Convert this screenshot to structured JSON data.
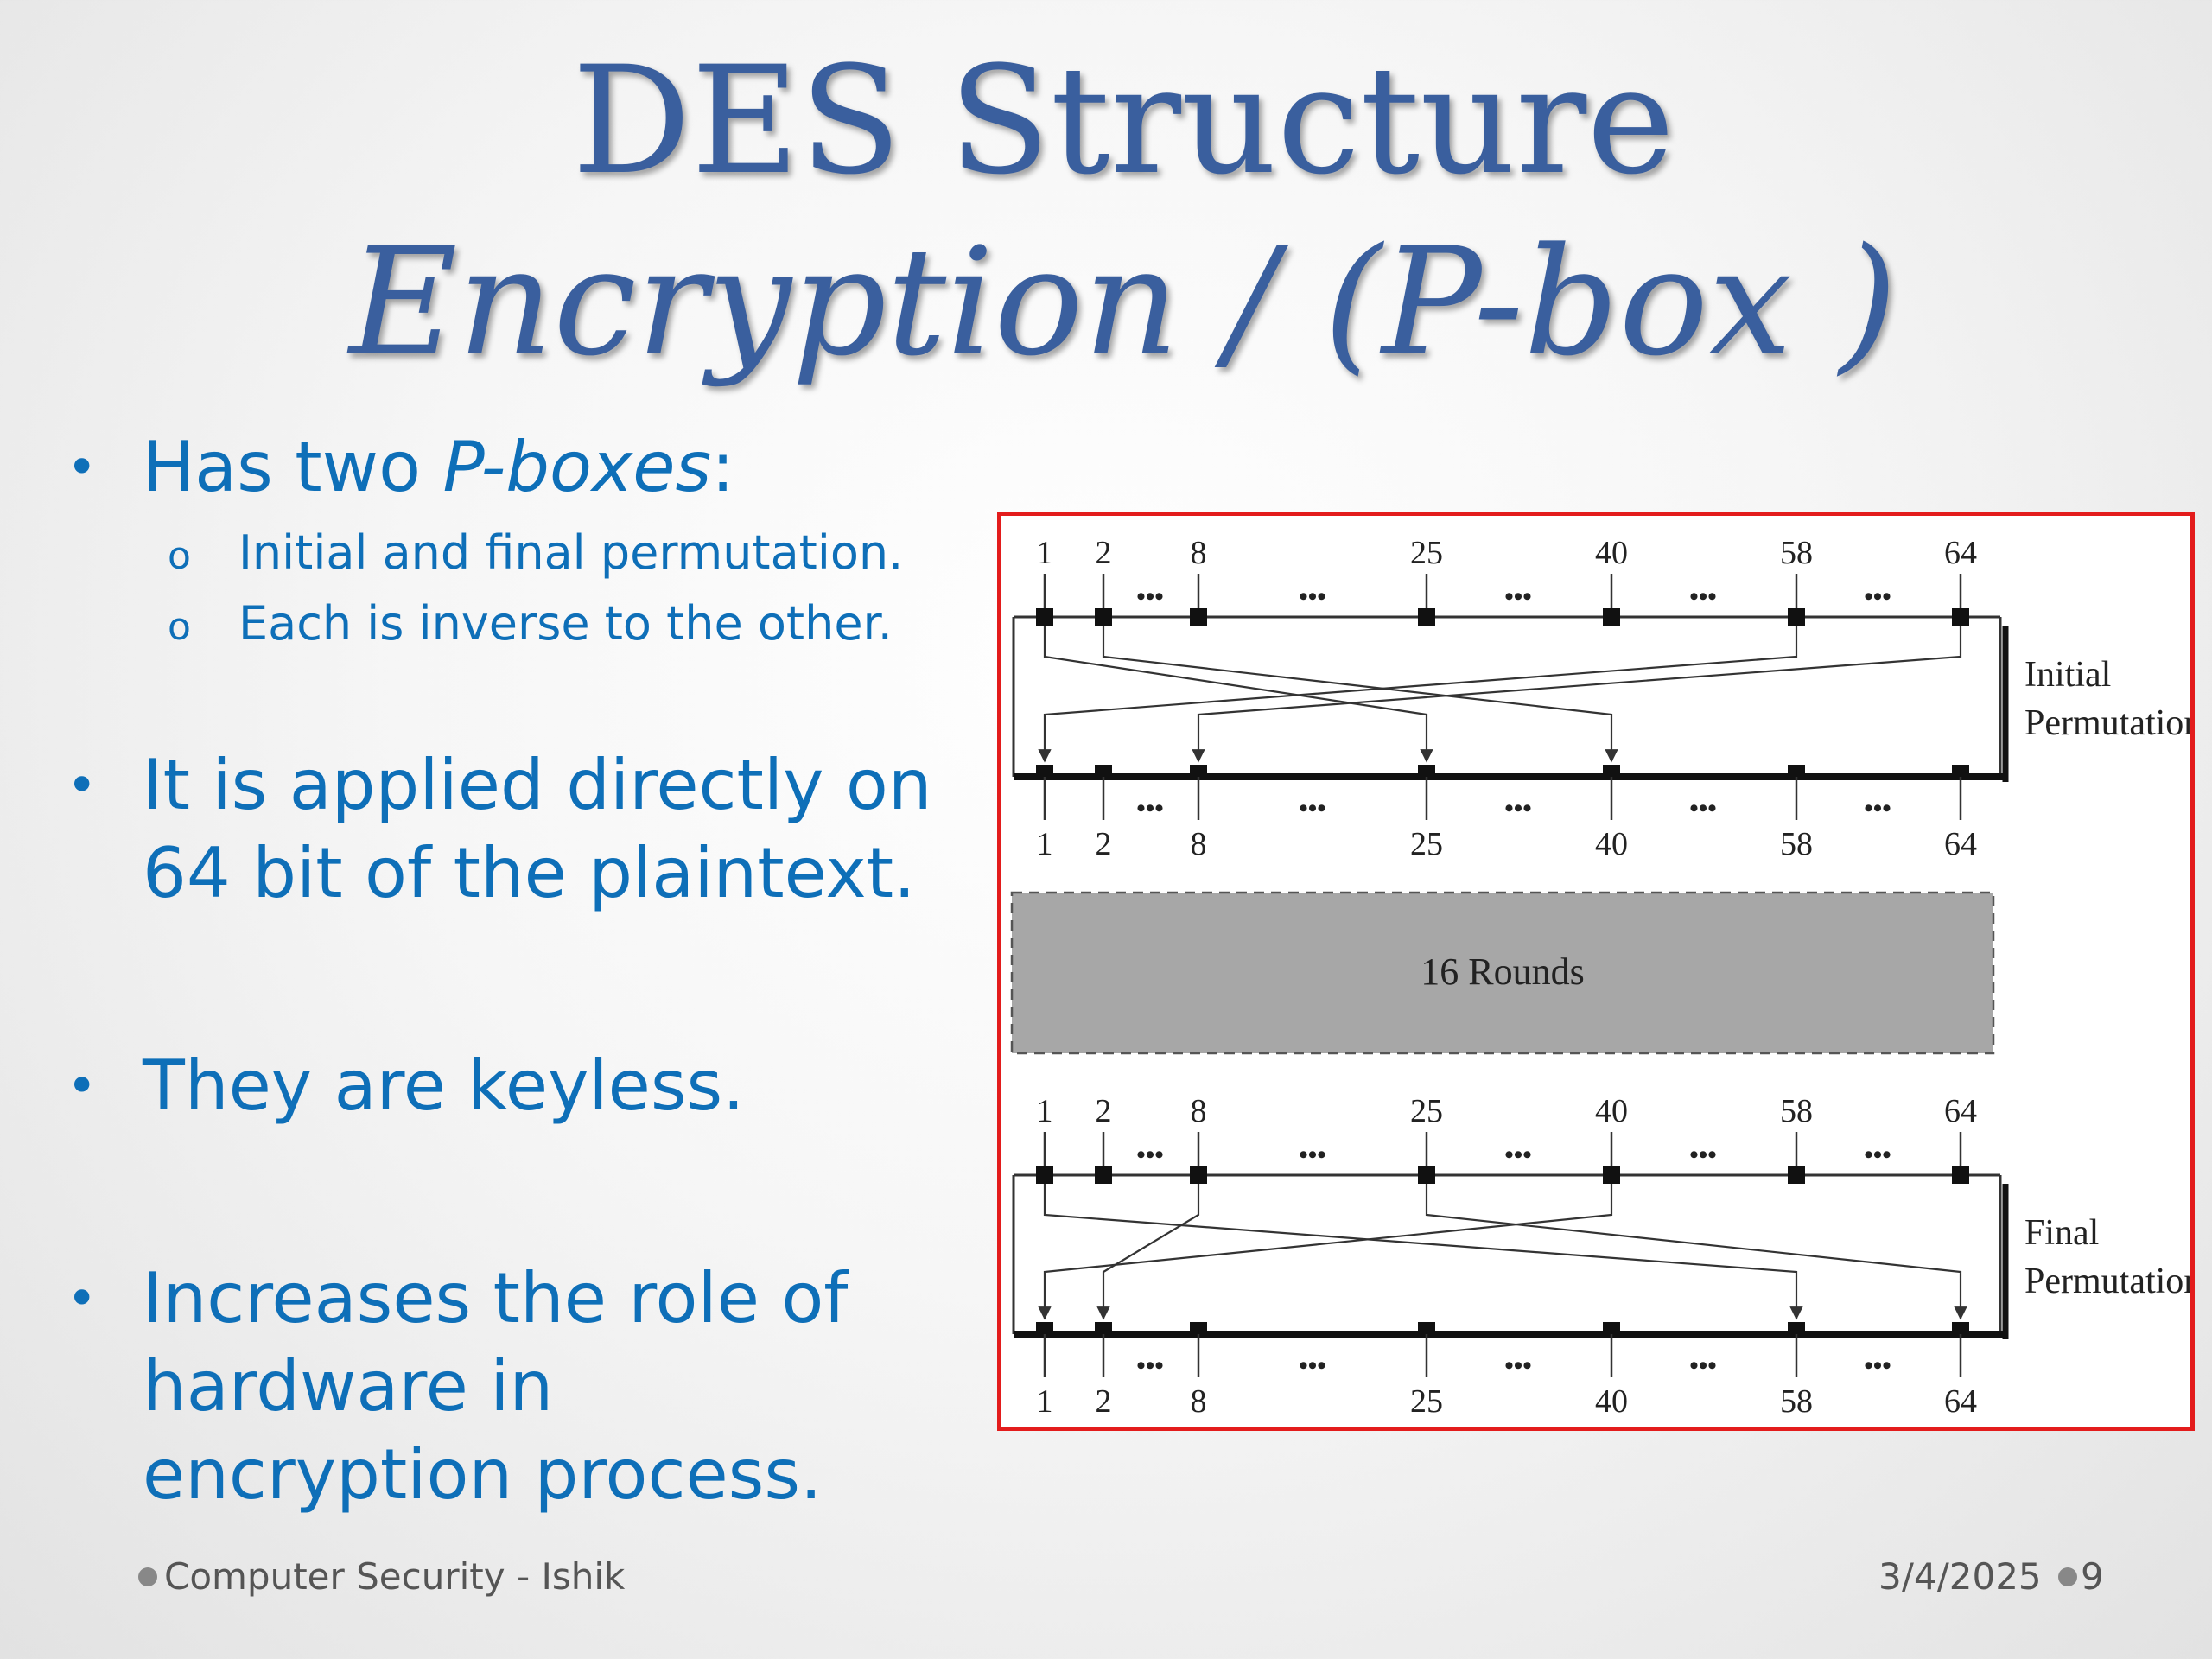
{
  "slide": {
    "title": "DES Structure",
    "subtitle": "Encryption / (P-box )"
  },
  "bullets": [
    {
      "pre": "Has two ",
      "em": "P-boxes",
      "post": ":",
      "sub": [
        "Initial and final permutation.",
        "Each is inverse to the other."
      ]
    },
    {
      "lines": [
        "It is applied directly on",
        "64 bit of the plaintext."
      ]
    },
    {
      "lines": [
        "They are keyless."
      ]
    },
    {
      "lines": [
        "Increases the role of",
        "hardware in",
        "encryption process."
      ]
    }
  ],
  "footer": {
    "left": "Computer Security - Ishik",
    "date": "3/4/2025",
    "page": "9"
  },
  "diagram": {
    "bit_labels": [
      "1",
      "2",
      "8",
      "25",
      "40",
      "58",
      "64"
    ],
    "ellipsis": "•••",
    "rounds_label": "16 Rounds",
    "initial_label": [
      "Initial",
      "Permutation"
    ],
    "final_label": [
      "Final",
      "Permutation"
    ]
  }
}
